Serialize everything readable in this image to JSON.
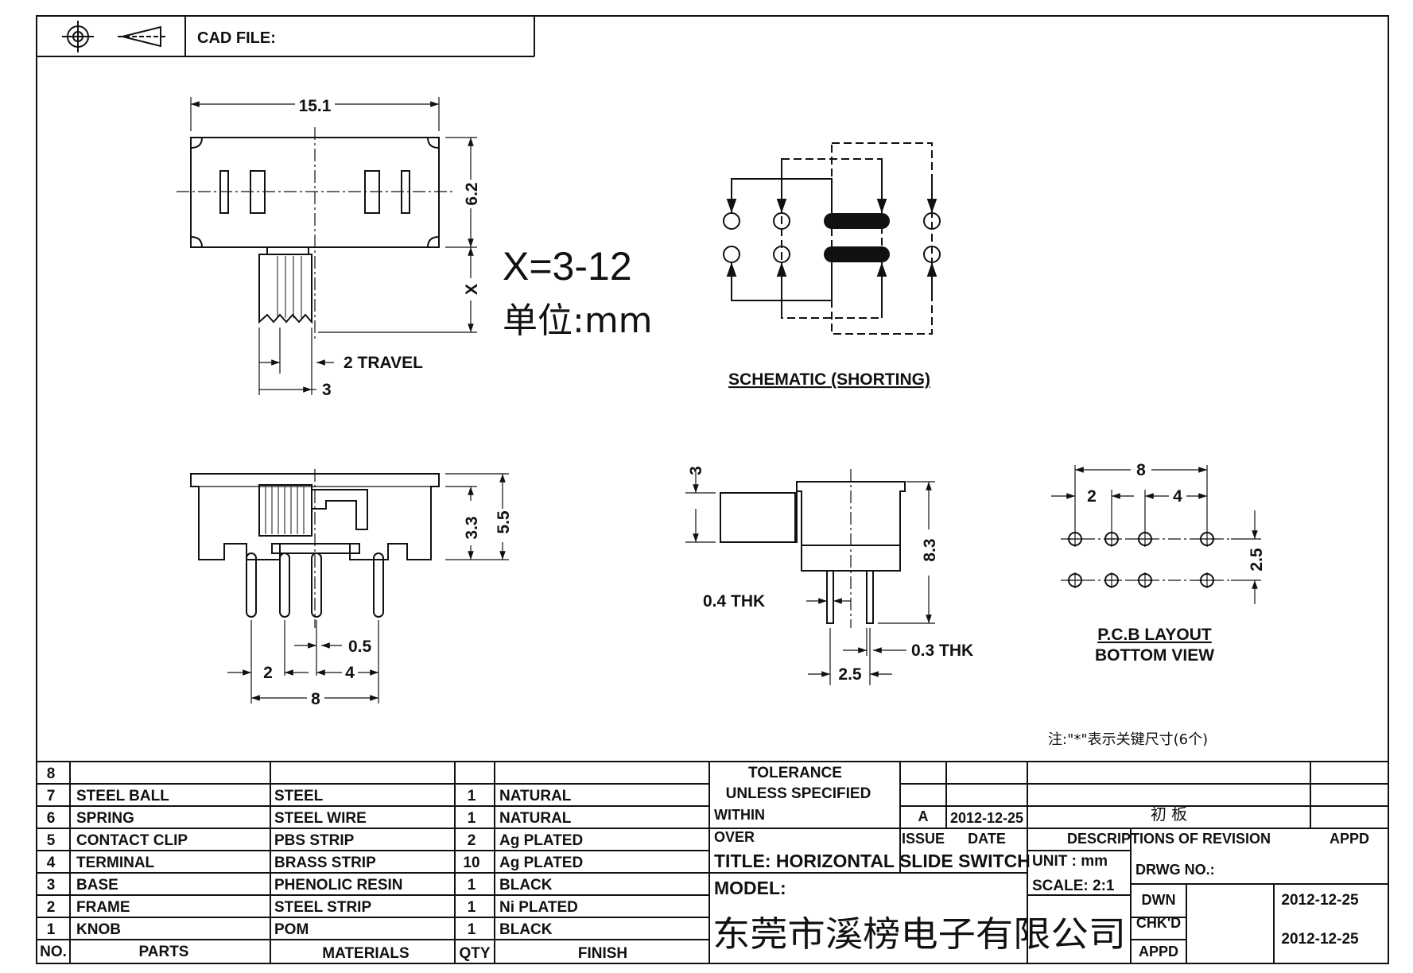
{
  "header": {
    "cad_file_label": "CAD FILE:"
  },
  "top_view": {
    "dim_length": "15.1",
    "dim_height": "6.2",
    "dim_knob": "X",
    "dim_travel": "2 TRAVEL",
    "dim_knob_width": "3",
    "x_range": "X=3-12",
    "unit_note": "单位:mm"
  },
  "schematic": {
    "title": "SCHEMATIC (SHORTING)"
  },
  "front_view": {
    "dim_total_height": "5.5",
    "dim_body_height": "3.3",
    "dim_pin_width": "0.5",
    "dim_pitch_a": "2",
    "dim_pitch_b": "4",
    "dim_span": "8"
  },
  "side_view": {
    "dim_knob": "3",
    "dim_height": "8.3",
    "dim_frame_thk": "0.4 THK",
    "dim_pin_thk": "0.3 THK",
    "dim_pin_spacing": "2.5"
  },
  "pcb": {
    "dim_span": "8",
    "dim_a": "2",
    "dim_b": "4",
    "dim_row": "2.5",
    "title": "P.C.B LAYOUT",
    "subtitle": "BOTTOM VIEW"
  },
  "note": "注:\"*\"表示关键尺寸(6个)",
  "bom": {
    "columns": {
      "no": "NO.",
      "parts": "PARTS",
      "materials": "MATERIALS",
      "qty": "QTY",
      "finish": "FINISH"
    },
    "rows": [
      {
        "no": "8",
        "part": "",
        "material": "",
        "qty": "",
        "finish": ""
      },
      {
        "no": "7",
        "part": "STEEL BALL",
        "material": "STEEL",
        "qty": "1",
        "finish": "NATURAL"
      },
      {
        "no": "6",
        "part": "SPRING",
        "material": "STEEL WIRE",
        "qty": "1",
        "finish": "NATURAL"
      },
      {
        "no": "5",
        "part": "CONTACT CLIP",
        "material": "PBS STRIP",
        "qty": "2",
        "finish": "Ag PLATED"
      },
      {
        "no": "4",
        "part": "TERMINAL",
        "material": "BRASS STRIP",
        "qty": "10",
        "finish": "Ag PLATED"
      },
      {
        "no": "3",
        "part": "BASE",
        "material": "PHENOLIC RESIN",
        "qty": "1",
        "finish": "BLACK"
      },
      {
        "no": "2",
        "part": "FRAME",
        "material": "STEEL STRIP",
        "qty": "1",
        "finish": "Ni PLATED"
      },
      {
        "no": "1",
        "part": "KNOB",
        "material": "POM",
        "qty": "1",
        "finish": "BLACK"
      }
    ]
  },
  "title_block": {
    "tolerance_line1": "TOLERANCE",
    "tolerance_line2": "UNLESS SPECIFIED",
    "within": "WITHIN",
    "over": "OVER",
    "issue_value": "A",
    "date_value": "2012-12-25",
    "revision_desc": "初 板",
    "issue_label": "ISSUE",
    "date_label": "DATE",
    "descriptions_label": "DESCRIPTIONS OF REVISION",
    "appd_label": "APPD",
    "title": "TITLE: HORIZONTAL SLIDE SWITCH",
    "unit": "UNIT : mm",
    "drwg_no": "DRWG NO.:",
    "model": "MODEL:",
    "scale": "SCALE: 2:1",
    "dwn_label": "DWN",
    "dwn_date": "2012-12-25",
    "chkd_label": "CHK'D",
    "appd_sign_label": "APPD",
    "chkd_date": "2012-12-25",
    "company": "东莞市溪榜电子有限公司"
  }
}
